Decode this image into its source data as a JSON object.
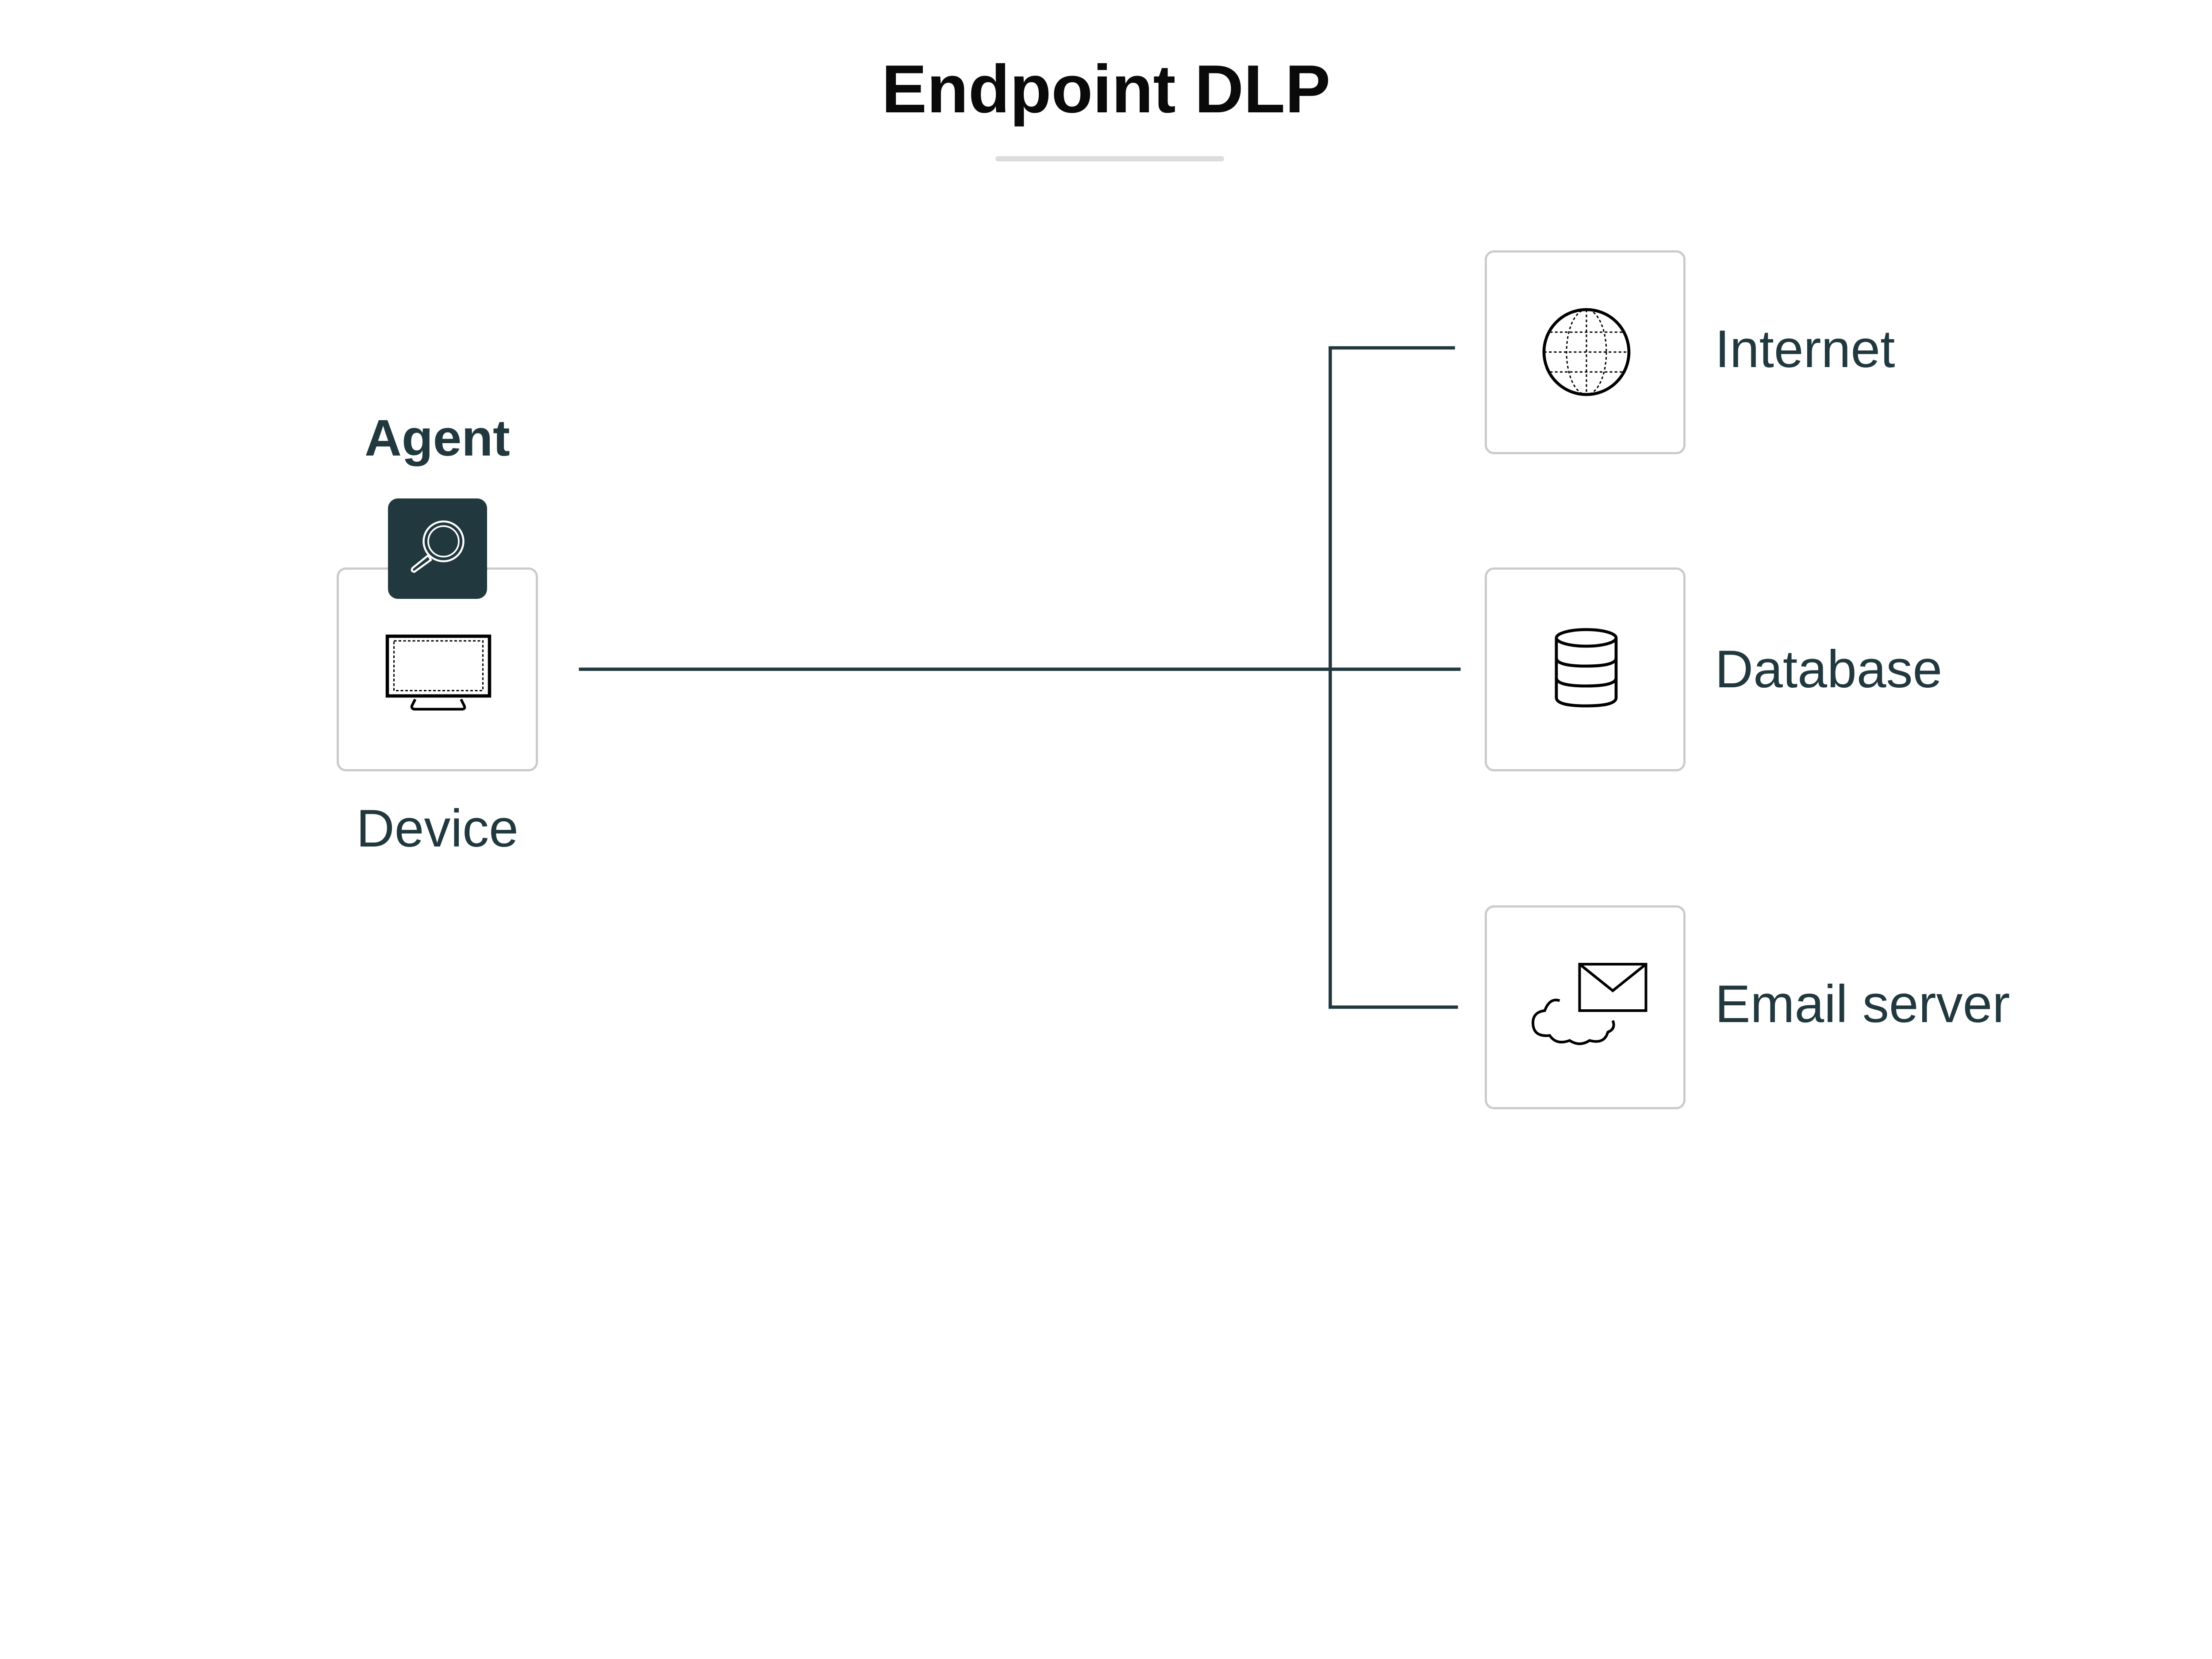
{
  "title": "Endpoint DLP",
  "agent": {
    "label": "Agent",
    "icon": "magnifier-icon",
    "color": "#21383e"
  },
  "device": {
    "label": "Device",
    "icon": "monitor-icon"
  },
  "destinations": [
    {
      "label": "Internet",
      "icon": "globe-icon"
    },
    {
      "label": "Database",
      "icon": "database-icon"
    },
    {
      "label": "Email server",
      "icon": "cloud-email-icon"
    }
  ],
  "colors": {
    "text": "#21383e",
    "line": "#21383e",
    "box_border": "#cbcbcb",
    "underline": "#dcdcdc"
  }
}
